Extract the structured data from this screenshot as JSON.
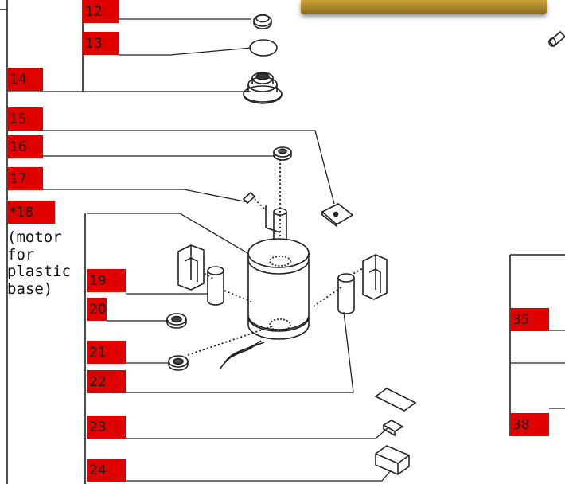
{
  "parts": [
    {
      "id": "part-12",
      "label": "12"
    },
    {
      "id": "part-13",
      "label": "13"
    },
    {
      "id": "part-14",
      "label": "14"
    },
    {
      "id": "part-15",
      "label": "15"
    },
    {
      "id": "part-16",
      "label": "16"
    },
    {
      "id": "part-17",
      "label": "17"
    },
    {
      "id": "part-18",
      "label": "*18"
    },
    {
      "id": "part-19",
      "label": "19"
    },
    {
      "id": "part-20",
      "label": "20"
    },
    {
      "id": "part-21",
      "label": "21"
    },
    {
      "id": "part-22",
      "label": "22"
    },
    {
      "id": "part-23",
      "label": "23"
    },
    {
      "id": "part-24",
      "label": "24"
    },
    {
      "id": "part-35",
      "label": "35"
    },
    {
      "id": "part-38",
      "label": "38"
    }
  ],
  "motor_note": "(motor\nfor\nplastic\nbase)",
  "colors": {
    "label_bg": "#e00000",
    "line": "#222222",
    "banner": "#b08a2c"
  }
}
